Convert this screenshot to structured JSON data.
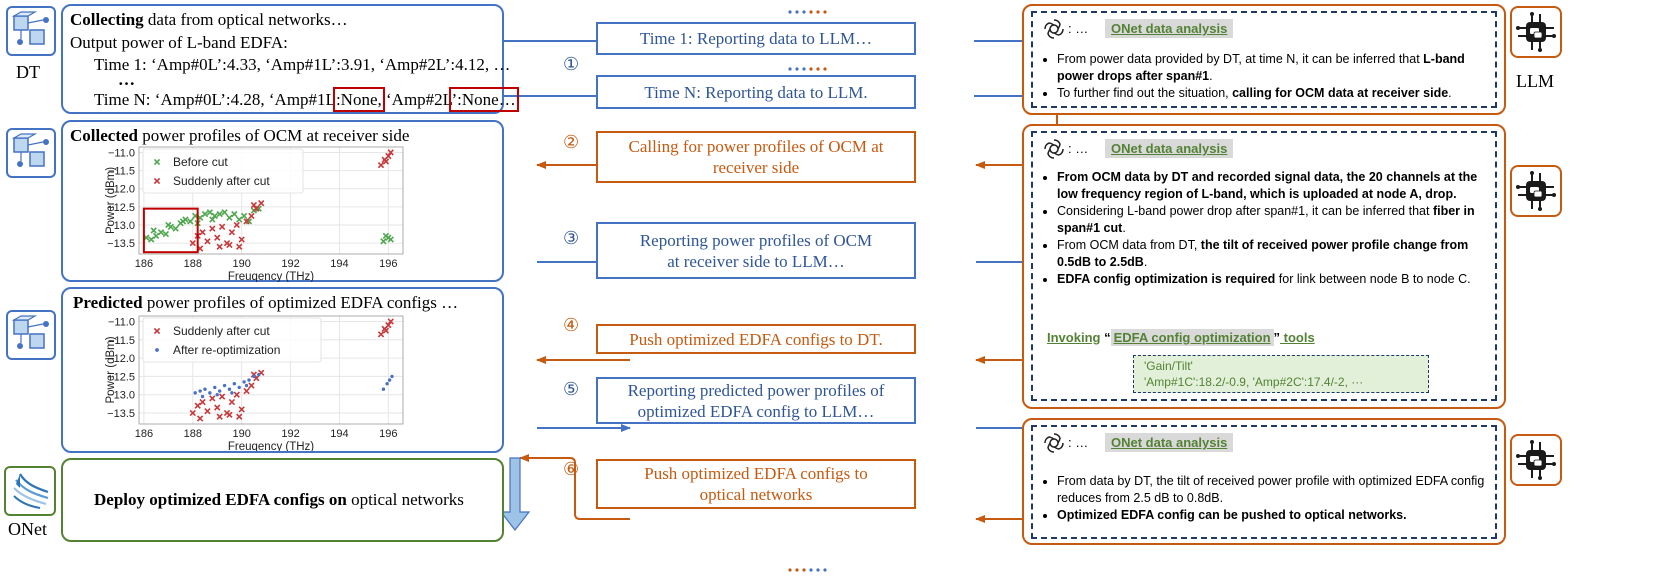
{
  "labels": {
    "dt": "DT",
    "llm": "LLM",
    "onet": "ONet",
    "ellipsis_dots": "······"
  },
  "panel1": {
    "title_bold": "Collecting",
    "title_rest": " data from optical networks…",
    "line2": "Output power of L-band EDFA:",
    "line3": "Time 1: ‘Amp#0L’:4.33, ‘Amp#1L’:3.91, ‘Amp#2L’:4.12, …",
    "dots": "…",
    "line4_a": "Time N: ‘Amp#0L’:4.28, ‘Amp#1L",
    "line4_b": ":None,",
    "line4_c": " ‘Amp#2L",
    "line4_d": "’:None…"
  },
  "panel2": {
    "title_bold": "Collected",
    "title_rest": " power profiles of OCM at receiver side"
  },
  "panel3": {
    "title_bold": "Predicted",
    "title_rest": " power profiles of optimized EDFA configs …"
  },
  "panel4": {
    "text_bold": "Deploy optimized EDFA configs on",
    "text_rest": " optical networks"
  },
  "steps": {
    "s1": {
      "num": "①",
      "label_a": "Time 1: Reporting data to LLM…",
      "label_b": "Time N: Reporting data to LLM."
    },
    "s2": {
      "num": "②",
      "label": "Calling for power profiles of OCM at receiver side"
    },
    "s3": {
      "num": "③",
      "label": "Reporting power profiles of OCM at receiver side to LLM…"
    },
    "s4": {
      "num": "④",
      "label": "Push optimized EDFA configs to DT."
    },
    "s5": {
      "num": "⑤",
      "label": "Reporting predicted power profiles of optimized EDFA config to LLM…"
    },
    "s6": {
      "num": "⑥",
      "label": "Push optimized EDFA configs to optical networks"
    }
  },
  "llm1": {
    "prefix": ": …",
    "tag": "ONet data analysis",
    "b1_a": "From power data provided by DT, at time N, it can be inferred that ",
    "b1_b": "L-band power drops after span#1",
    "b1_c": ".",
    "b2_a": "To further find out the situation, ",
    "b2_b": "calling for OCM data at receiver side",
    "b2_c": "."
  },
  "llm2": {
    "prefix": ": …",
    "tag": "ONet data analysis",
    "b1": "From OCM data by DT and recorded signal data, the 20 channels at the low frequency region of L-band, which is uploaded at node A, drop.",
    "b2_a": "Considering L-band power drop after span#1, it can be inferred that ",
    "b2_b": "fiber in span#1 cut",
    "b2_c": ".",
    "b3_a": "From OCM data from DT, ",
    "b3_b": "the tilt of received power profile change from 0.5dB to 2.5dB",
    "b3_c": ".",
    "b4_a": "EDFA config optimization is required",
    "b4_b": " for link between node B to node C.",
    "invoke_a": "Invoking",
    "invoke_q1": " “",
    "invoke_tool": "EDFA config optimization",
    "invoke_q2": "”",
    "invoke_b": " tools",
    "code1": "'Gain/Tilt'",
    "code2": "'Amp#1C':18.2/-0.9, 'Amp#2C':17.4/-2, ···"
  },
  "llm3": {
    "prefix": ": …",
    "tag": "ONet data analysis",
    "b1": "From data by DT, the tilt of received power profile with optimized EDFA config reduces from 2.5 dB to 0.8dB.",
    "b2": "Optimized EDFA config can be pushed to optical networks."
  },
  "chart_data": [
    {
      "type": "scatter",
      "xlabel": "Freuqency (THz)",
      "ylabel": "Power (dBm)",
      "xlim": [
        185.8,
        196.6
      ],
      "ylim": [
        -13.8,
        -10.85
      ],
      "xticks": [
        186,
        188,
        190,
        192,
        194,
        196
      ],
      "yticks": [
        -11.0,
        -11.5,
        -12.0,
        -12.5,
        -13.0,
        -13.5
      ],
      "legend_position": "top-left",
      "highlight_box": {
        "x": [
          186.0,
          188.2
        ],
        "y": [
          -13.75,
          -12.55
        ],
        "color": "#c00000"
      },
      "series": [
        {
          "name": "Before cut",
          "marker": "x",
          "color": "#4ea64e",
          "points": [
            [
              186.1,
              -13.35
            ],
            [
              186.3,
              -13.4
            ],
            [
              186.5,
              -13.3
            ],
            [
              186.7,
              -13.2
            ],
            [
              186.9,
              -13.25
            ],
            [
              187.1,
              -13.05
            ],
            [
              187.3,
              -13.1
            ],
            [
              187.5,
              -12.95
            ],
            [
              187.7,
              -12.85
            ],
            [
              187.9,
              -12.9
            ],
            [
              188.1,
              -12.75
            ],
            [
              188.3,
              -12.8
            ],
            [
              188.5,
              -12.7
            ],
            [
              188.7,
              -12.65
            ],
            [
              188.9,
              -12.75
            ],
            [
              189.1,
              -12.7
            ],
            [
              189.3,
              -12.65
            ],
            [
              189.5,
              -12.8
            ],
            [
              189.7,
              -12.7
            ],
            [
              189.9,
              -12.85
            ],
            [
              190.1,
              -12.75
            ],
            [
              190.3,
              -12.9
            ],
            [
              190.5,
              -12.6
            ],
            [
              190.7,
              -12.55
            ],
            [
              186.4,
              -13.15
            ],
            [
              187.0,
              -13.0
            ],
            [
              187.6,
              -12.9
            ],
            [
              188.2,
              -12.95
            ],
            [
              188.8,
              -12.85
            ],
            [
              195.9,
              -13.3
            ],
            [
              196.1,
              -13.4
            ],
            [
              195.8,
              -13.45
            ],
            [
              196.0,
              -13.35
            ]
          ]
        },
        {
          "name": "Suddenly after cut",
          "marker": "x",
          "color": "#c8393b",
          "points": [
            [
              188.0,
              -13.5
            ],
            [
              188.2,
              -13.3
            ],
            [
              188.4,
              -13.2
            ],
            [
              188.6,
              -13.45
            ],
            [
              188.8,
              -13.1
            ],
            [
              189.0,
              -13.35
            ],
            [
              189.2,
              -13.05
            ],
            [
              189.4,
              -13.5
            ],
            [
              189.6,
              -13.2
            ],
            [
              189.8,
              -13.0
            ],
            [
              190.0,
              -13.4
            ],
            [
              190.2,
              -12.9
            ],
            [
              190.4,
              -12.75
            ],
            [
              190.6,
              -12.55
            ],
            [
              190.8,
              -12.4
            ],
            [
              189.1,
              -13.6
            ],
            [
              189.5,
              -13.55
            ],
            [
              188.3,
              -13.65
            ],
            [
              189.9,
              -13.6
            ],
            [
              190.5,
              -12.45
            ],
            [
              195.7,
              -11.35
            ],
            [
              195.85,
              -11.2
            ],
            [
              196.0,
              -11.1
            ],
            [
              196.1,
              -11.0
            ],
            [
              195.9,
              -11.25
            ]
          ]
        }
      ]
    },
    {
      "type": "scatter",
      "xlabel": "Freuqency (THz)",
      "ylabel": "Power (dBm)",
      "xlim": [
        185.8,
        196.6
      ],
      "ylim": [
        -13.8,
        -10.85
      ],
      "xticks": [
        186,
        188,
        190,
        192,
        194,
        196
      ],
      "yticks": [
        -11.0,
        -11.5,
        -12.0,
        -12.5,
        -13.0,
        -13.5
      ],
      "legend_position": "top-left",
      "series": [
        {
          "name": "Suddenly after cut",
          "marker": "x",
          "color": "#c8393b",
          "points": [
            [
              188.0,
              -13.5
            ],
            [
              188.2,
              -13.3
            ],
            [
              188.4,
              -13.2
            ],
            [
              188.6,
              -13.45
            ],
            [
              188.8,
              -13.1
            ],
            [
              189.0,
              -13.35
            ],
            [
              189.2,
              -13.05
            ],
            [
              189.4,
              -13.5
            ],
            [
              189.6,
              -13.2
            ],
            [
              189.8,
              -13.0
            ],
            [
              190.0,
              -13.4
            ],
            [
              190.2,
              -12.9
            ],
            [
              190.4,
              -12.75
            ],
            [
              190.6,
              -12.55
            ],
            [
              190.8,
              -12.4
            ],
            [
              189.1,
              -13.6
            ],
            [
              189.5,
              -13.55
            ],
            [
              188.3,
              -13.65
            ],
            [
              189.9,
              -13.6
            ],
            [
              190.5,
              -12.45
            ],
            [
              195.7,
              -11.35
            ],
            [
              195.85,
              -11.2
            ],
            [
              196.0,
              -11.1
            ],
            [
              196.1,
              -11.0
            ],
            [
              195.9,
              -11.25
            ]
          ]
        },
        {
          "name": "After re-optimization",
          "marker": "dot",
          "color": "#4a72c4",
          "points": [
            [
              188.1,
              -12.95
            ],
            [
              188.3,
              -12.9
            ],
            [
              188.5,
              -12.85
            ],
            [
              188.7,
              -12.95
            ],
            [
              188.9,
              -12.8
            ],
            [
              189.1,
              -12.9
            ],
            [
              189.3,
              -12.75
            ],
            [
              189.5,
              -12.85
            ],
            [
              189.7,
              -12.7
            ],
            [
              189.9,
              -12.8
            ],
            [
              190.1,
              -12.65
            ],
            [
              190.3,
              -12.6
            ],
            [
              190.5,
              -12.5
            ],
            [
              190.7,
              -12.45
            ],
            [
              188.4,
              -13.05
            ],
            [
              189.0,
              -13.0
            ],
            [
              189.6,
              -12.95
            ],
            [
              190.2,
              -12.75
            ],
            [
              195.8,
              -12.85
            ],
            [
              195.95,
              -12.7
            ],
            [
              196.05,
              -12.6
            ],
            [
              196.15,
              -12.5
            ]
          ]
        }
      ]
    }
  ]
}
